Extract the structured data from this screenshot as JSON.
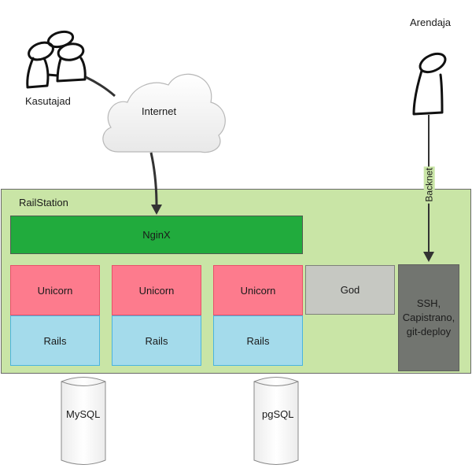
{
  "actors": {
    "users": {
      "label": "Kasutajad",
      "icon": "users-group-icon"
    },
    "developer": {
      "label": "Arendaja",
      "icon": "person-icon"
    }
  },
  "cloud": {
    "label": "Internet",
    "icon": "cloud-icon"
  },
  "connections": {
    "backnet_label": "Backnet"
  },
  "server": {
    "label": "RailStation",
    "nginx": "NginX",
    "unicorn_label": "Unicorn",
    "rails_label": "Rails",
    "god": "God",
    "ssh_lines": [
      "SSH,",
      "Capistrano,",
      "git-deploy"
    ],
    "stacks": [
      {
        "unicorn": "Unicorn",
        "rails": "Rails"
      },
      {
        "unicorn": "Unicorn",
        "rails": "Rails"
      },
      {
        "unicorn": "Unicorn",
        "rails": "Rails"
      }
    ]
  },
  "databases": [
    {
      "label": "MySQL"
    },
    {
      "label": "pgSQL"
    }
  ],
  "colors": {
    "server_bg": "#c9e5a6",
    "nginx": "#21ab3d",
    "unicorn": "#fd7b8d",
    "rails": "#a4dbeb",
    "god": "#c6c8c2",
    "ssh": "#727570"
  }
}
